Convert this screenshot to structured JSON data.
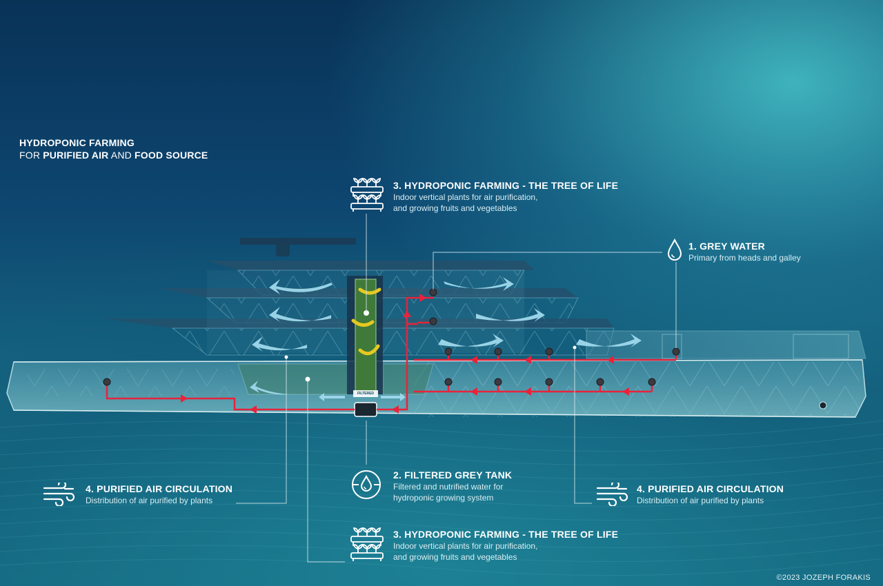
{
  "title": {
    "line1": "HYDROPONIC FARMING",
    "line2_prefix": "FOR ",
    "line2_bold1": "PURIFIED AIR",
    "line2_mid": " AND ",
    "line2_bold2": "FOOD SOURCE"
  },
  "labels": {
    "tree_top": {
      "heading": "3. HYDROPONIC FARMING - THE TREE OF LIFE",
      "desc1": "Indoor vertical plants for air purification,",
      "desc2": "and growing fruits and vegetables"
    },
    "grey_water": {
      "heading": "1. GREY WATER",
      "desc1": "Primary from heads and galley"
    },
    "air_left": {
      "heading": "4. PURIFIED AIR CIRCULATION",
      "desc1": "Distribution of air purified by plants"
    },
    "filtered_tank": {
      "heading": "2. FILTERED GREY TANK",
      "desc1": "Filtered and nutrified water for",
      "desc2": "hydroponic growing system"
    },
    "air_right": {
      "heading": "4. PURIFIED AIR CIRCULATION",
      "desc1": "Distribution of air purified by plants"
    },
    "tree_bottom": {
      "heading": "3. HYDROPONIC FARMING - THE TREE OF LIFE",
      "desc1": "Indoor vertical plants for air purification,",
      "desc2": "and growing fruits and vegetables"
    }
  },
  "tank_tag": "FILTERED",
  "credit": "©2023 JOZEPH FORAKIS",
  "colors": {
    "water_line": "#e8233a",
    "air_arrow": "#9fd9ec",
    "leader": "#d6e9ee",
    "hull": "#b8dde4"
  },
  "icons": {
    "tree": "hydroponic-rack-icon",
    "water": "water-drop-icon",
    "tank": "filtered-tank-icon",
    "air": "wind-icon"
  }
}
